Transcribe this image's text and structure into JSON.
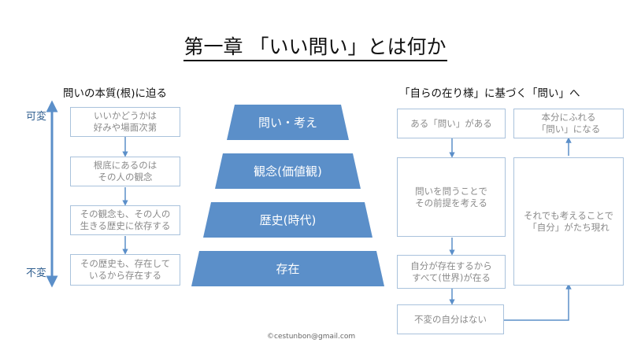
{
  "title": "第一章 「いい問い」とは何か",
  "left": {
    "heading": "問いの本質(根)に迫る",
    "axis_top": "可変",
    "axis_bottom": "不変",
    "boxes": [
      "いいかどうかは\n好みや場面次第",
      "根底にあるのは\nその人の観念",
      "その観念も、その人の\n生きる歴史に依存する",
      "その歴史も、存在して\nいるから存在する"
    ]
  },
  "pyramid": {
    "levels": [
      "問い・考え",
      "観念(価値観)",
      "歴史(時代)",
      "存在"
    ],
    "color": "#5b8fc9"
  },
  "right": {
    "heading": "「自らの在り様」に基づく「問い」へ",
    "boxes": {
      "a": "ある「問い」がある",
      "b": "問いを問うことで\nその前提を考える",
      "c": "自分が存在するから\nすべて(世界)が在る",
      "d": "不変の自分はない",
      "e": "それでも考えることで\n「自分」がたち現れ",
      "f": "本分にふれる\n「問い」になる"
    }
  },
  "credit": "©cestunbon@gmail.com",
  "colors": {
    "accent": "#5b8fc9",
    "box_border": "#a9c2dc",
    "arrow": "#5b8fc9"
  }
}
